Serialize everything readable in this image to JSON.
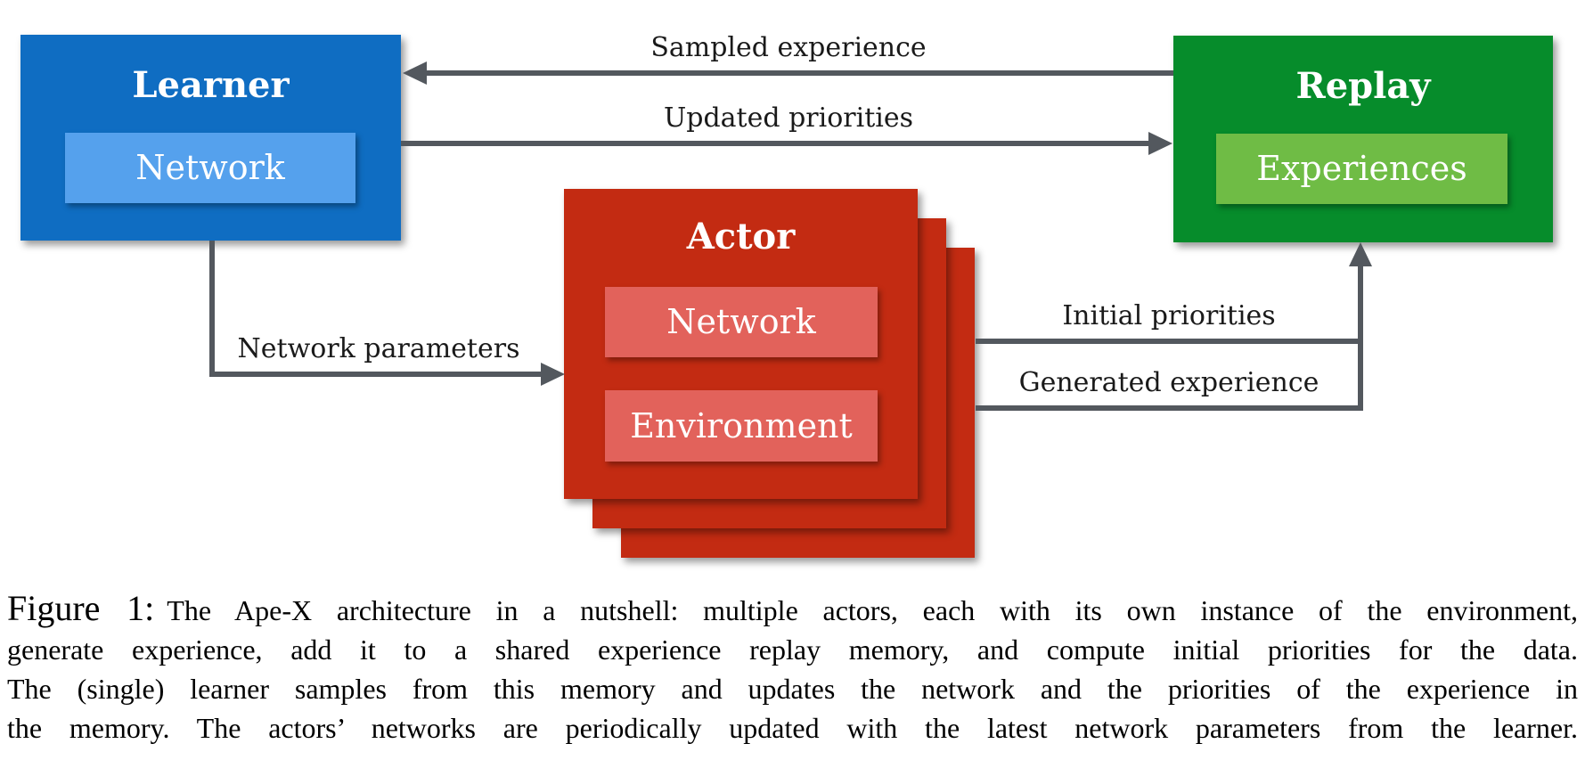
{
  "diagram": {
    "learner": {
      "title": "Learner",
      "inner_label": "Network"
    },
    "replay": {
      "title": "Replay",
      "inner_label": "Experiences"
    },
    "actor": {
      "title": "Actor",
      "inner_top_label": "Network",
      "inner_bottom_label": "Environment",
      "stacked_copies": 3
    },
    "arrows": {
      "sampled_experience": "Sampled experience",
      "updated_priorities": "Updated priorities",
      "network_parameters": "Network parameters",
      "initial_priorities": "Initial priorities",
      "generated_experience": "Generated experience"
    },
    "colors": {
      "learner": "#0f6dc2",
      "learner_inner": "#55a1ed",
      "replay": "#068c2b",
      "replay_inner": "#6fbc45",
      "actor": "#c32b12",
      "actor_inner": "#e2625b",
      "arrow": "#53585e",
      "label_text": "#1a1a1a",
      "background": "#ffffff"
    }
  },
  "caption": {
    "label": "Figure 1:",
    "lines": [
      "The Ape-X architecture in a nutshell: multiple actors, each with its own instance of the environment,",
      "generate experience, add it to a shared experience replay memory, and compute initial priorities for the data.",
      "The (single) learner samples from this memory and updates the network and the priorities of the experience in",
      "the memory. The actors’ networks are periodically updated with the latest network parameters from the learner."
    ]
  }
}
